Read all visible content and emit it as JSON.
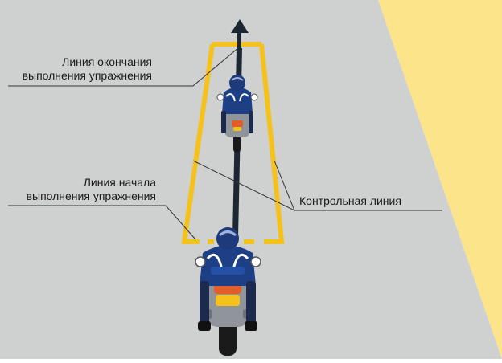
{
  "labels": {
    "end_line": [
      "Линия окончания",
      "выполнения упражнения"
    ],
    "start_line": [
      "Линия начала",
      "выполнения упражнения"
    ],
    "control_line": "Контрольная линия"
  },
  "colors": {
    "road": "#cfd0d0",
    "roadside": "#fbe48a",
    "boundary": "#f5c21b",
    "path_arrow": "#1b2733",
    "jacket": "#1c3f86",
    "leader_line": "#333333"
  },
  "icons": [
    "motorcycle-rider-near",
    "motorcycle-rider-far",
    "direction-arrow"
  ]
}
